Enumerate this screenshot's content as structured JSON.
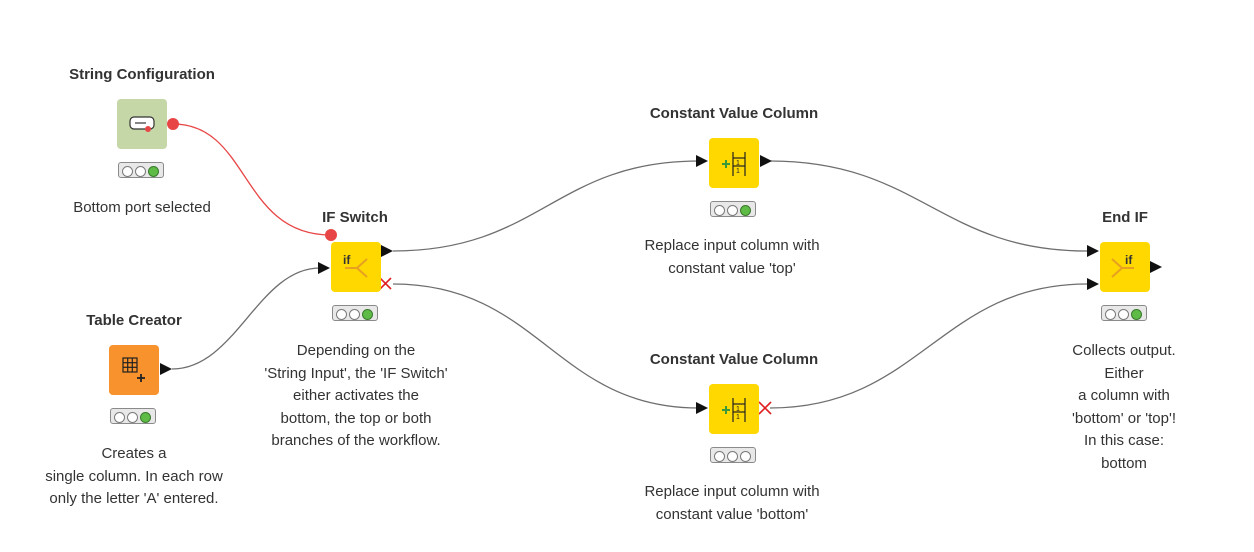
{
  "nodes": {
    "string_config": {
      "title": "String Configuration",
      "description": "Bottom port selected",
      "status": "executed",
      "icon": "string-input-icon",
      "color": "#c5d7a7"
    },
    "table_creator": {
      "title": "Table Creator",
      "description": "Creates a\nsingle column. In each row\nonly the letter 'A' entered.",
      "status": "executed",
      "icon": "table-icon",
      "color": "#f7922c"
    },
    "if_switch": {
      "title": "IF Switch",
      "description": "Depending on the\n'String Input', the 'IF Switch'\neither activates the\nbottom, the top or both\nbranches of the workflow.",
      "status": "executed",
      "icon": "if-switch-icon",
      "icon_text": "if",
      "color": "#ffd800"
    },
    "constant_top": {
      "title": "Constant Value Column",
      "description": "Replace input column with\nconstant value 'top'",
      "status": "executed",
      "icon": "constant-value-icon",
      "color": "#ffd800"
    },
    "constant_bottom": {
      "title": "Constant Value Column",
      "description": "Replace input column with\nconstant value 'bottom'",
      "status": "inactive",
      "icon": "constant-value-icon",
      "color": "#ffd800"
    },
    "end_if": {
      "title": "End IF",
      "description": "Collects output. Either\na column with 'bottom' or 'top'!\nIn this case: bottom",
      "status": "executed",
      "icon": "end-if-icon",
      "icon_text": "if",
      "color": "#ffd800"
    }
  },
  "colors": {
    "connection": "#6e6e6e",
    "flow_variable": "#e84646",
    "inactive_marker": "#e02020",
    "status_green": "#5dbb46"
  }
}
